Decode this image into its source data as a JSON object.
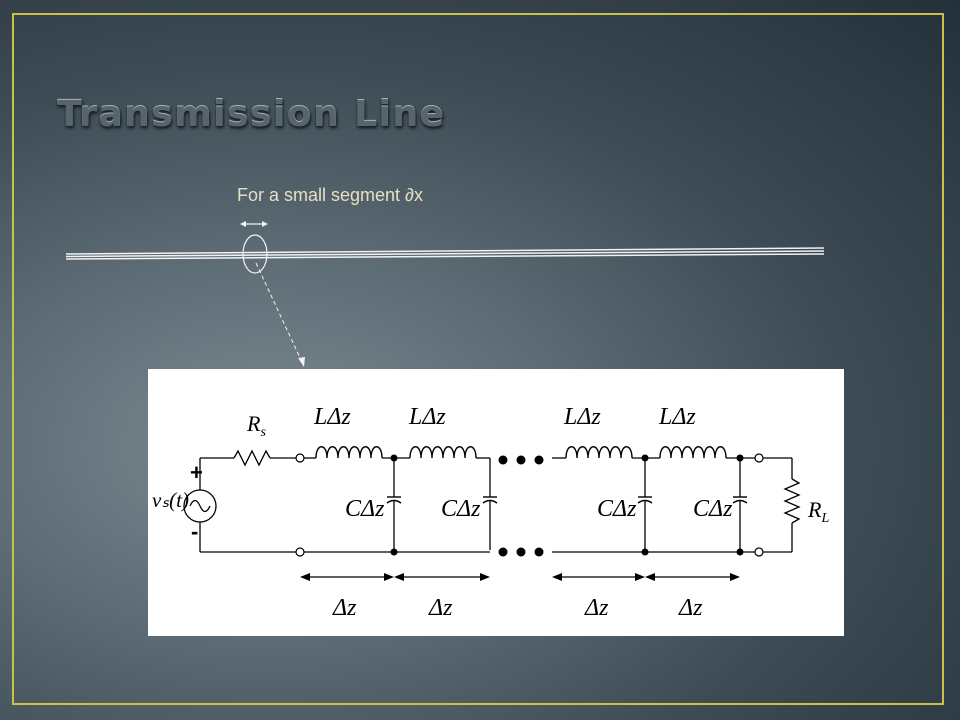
{
  "slide": {
    "title": "Transmission Line",
    "caption": "For a small segment ∂x"
  },
  "circuit": {
    "source_label": "vₛ(t)",
    "plus": "+",
    "minus": "-",
    "rs_label": "R",
    "rs_sub": "s",
    "rl_label": "R",
    "rl_sub": "L",
    "inductor_label": "LΔz",
    "capacitor_label": "CΔz",
    "segment_label": "Δz"
  },
  "colors": {
    "frame": "#c9c14f",
    "caption": "#e6e0c2",
    "line": "#f2f2f2"
  }
}
